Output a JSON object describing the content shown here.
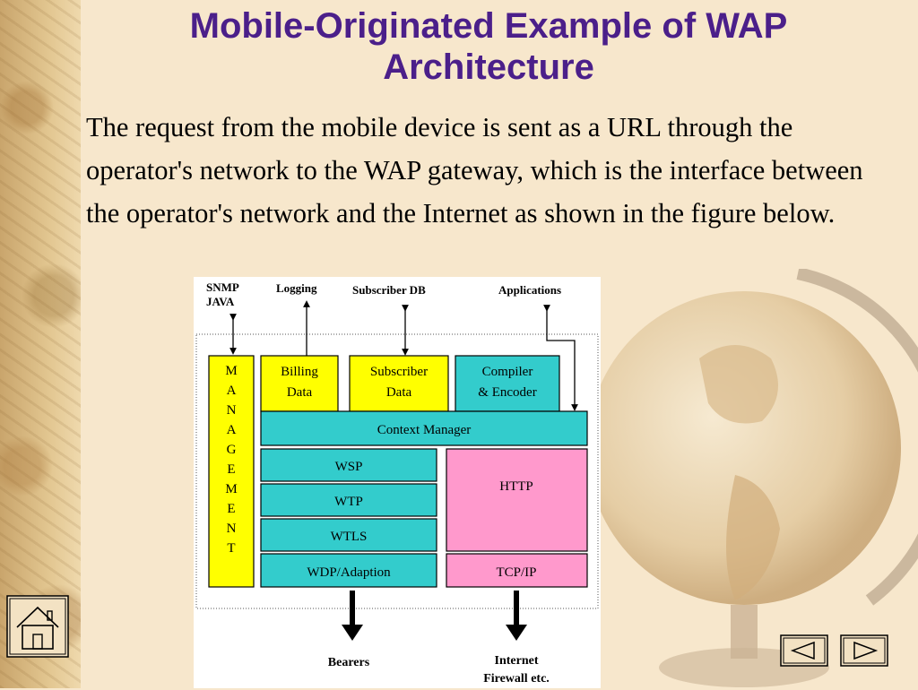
{
  "slide": {
    "title": "Mobile-Originated Example of WAP Architecture",
    "body": "The request from the mobile device is sent as a URL through the operator's network to the WAP gateway, which is the interface between the operator's network and the Internet as shown in the figure below."
  },
  "diagram": {
    "top_labels": {
      "snmp": "SNMP",
      "java": "JAVA",
      "logging": "Logging",
      "subscriber_db": "Subscriber DB",
      "applications": "Applications"
    },
    "management_letters": [
      "M",
      "A",
      "N",
      "A",
      "G",
      "E",
      "M",
      "E",
      "N",
      "T"
    ],
    "boxes": {
      "billing_line1": "Billing",
      "billing_line2": "Data",
      "subscriber_line1": "Subscriber",
      "subscriber_line2": "Data",
      "compiler_line1": "Compiler",
      "compiler_line2": "& Encoder",
      "context_manager": "Context Manager",
      "wsp": "WSP",
      "wtp": "WTP",
      "wtls": "WTLS",
      "wdp": "WDP/Adaption",
      "http": "HTTP",
      "tcpip": "TCP/IP"
    },
    "bottom_labels": {
      "bearers": "Bearers",
      "internet": "Internet",
      "firewall": "Firewall etc."
    },
    "colors": {
      "yellow": "#ffff00",
      "cyan": "#33cccc",
      "pink": "#ff99cc"
    }
  },
  "nav": {
    "home_icon": "home-icon",
    "prev_icon": "triangle-left-icon",
    "next_icon": "triangle-right-icon"
  }
}
